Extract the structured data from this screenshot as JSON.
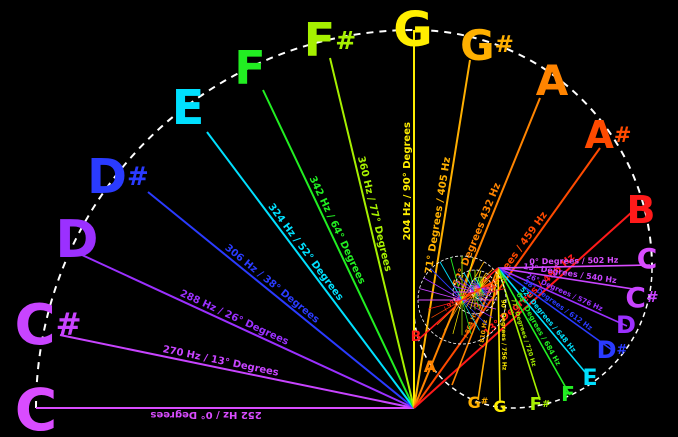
{
  "outer": [
    {
      "note": "C",
      "label": "252 Hz / 0° Degrees",
      "color": "#d94cff"
    },
    {
      "note": "C#",
      "label": "270 Hz / 13° Degrees",
      "color": "#c844ff"
    },
    {
      "note": "D",
      "label": "288 Hz / 26° Degrees",
      "color": "#9b30ff"
    },
    {
      "note": "D#",
      "label": "306 Hz / 38° Degrees",
      "color": "#2a3bff"
    },
    {
      "note": "E",
      "label": "324 Hz / 52° Degrees",
      "color": "#00e0ff"
    },
    {
      "note": "F",
      "label": "342 Hz / 64° Degrees",
      "color": "#22ee22"
    },
    {
      "note": "F#",
      "label": "360 Hz / 77° Degrees",
      "color": "#a6f000"
    },
    {
      "note": "G",
      "label": "204 Hz / 90° Degrees",
      "color": "#ffee00"
    },
    {
      "note": "G#",
      "label": "71° Degrees / 405 Hz",
      "color": "#ffb000"
    },
    {
      "note": "A",
      "label": "52° Degrees 432 Hz",
      "color": "#ff8400"
    },
    {
      "note": "A#",
      "label": "33° Degrees / 459 Hz",
      "color": "#ff4a00"
    },
    {
      "note": "B",
      "label": "13° Degrees / 486 Hz",
      "color": "#ff1a1a"
    }
  ],
  "inner": [
    {
      "note": "C",
      "label": "0° Degrees / 502 Hz",
      "color": "#d94cff"
    },
    {
      "note": "C#",
      "label": "13° Degrees / 540 Hz",
      "color": "#c844ff"
    },
    {
      "note": "D",
      "label": "26° Degrees / 576 Hz",
      "color": "#9b30ff"
    },
    {
      "note": "D#",
      "label": "38° Degrees / 612 Hz",
      "color": "#2a3bff"
    },
    {
      "note": "E",
      "label": "52° Degrees / 648 Hz",
      "color": "#00e0ff"
    },
    {
      "note": "F",
      "label": "64° Degrees / 684 Hz",
      "color": "#22ee22"
    },
    {
      "note": "F#",
      "label": "77° Degrees / 720 Hz",
      "color": "#a6f000"
    },
    {
      "note": "G",
      "label": "90° Degrees / 756 Hz",
      "color": "#ffee00"
    },
    {
      "note": "G#",
      "label": "/ 810 Hz",
      "color": "#ffb000"
    },
    {
      "note": "A",
      "label": "/ 864 Hz",
      "color": "#ff8400"
    },
    {
      "note": "B",
      "label": "/ 972 Hz",
      "color": "#ff1a1a"
    }
  ]
}
